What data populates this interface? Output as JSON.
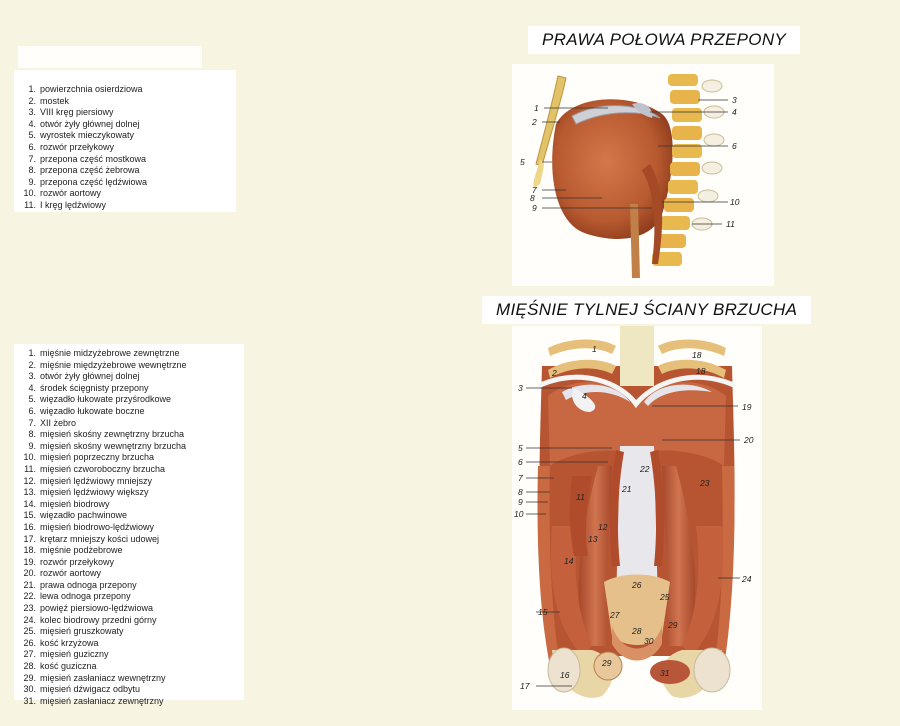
{
  "section1": {
    "title": "PRAWA POŁOWA PRZEPONY",
    "legend": [
      {
        "n": "1.",
        "t": "powierzchnia osierdziowa"
      },
      {
        "n": "2.",
        "t": "mostek"
      },
      {
        "n": "3.",
        "t": "VIII kręg piersiowy"
      },
      {
        "n": "4.",
        "t": "otwór żyły głównej dolnej"
      },
      {
        "n": "5.",
        "t": "wyrostek mieczykowaty"
      },
      {
        "n": "6.",
        "t": "rozwór przełykowy"
      },
      {
        "n": "7.",
        "t": "przepona część mostkowa"
      },
      {
        "n": "8.",
        "t": "przepona część żebrowa"
      },
      {
        "n": "9.",
        "t": "przepona część lędźwiowa"
      },
      {
        "n": "10.",
        "t": "rozwór aortowy"
      },
      {
        "n": "11.",
        "t": "I kręg lędźwiowy"
      }
    ],
    "labels": [
      "1",
      "2",
      "3",
      "4",
      "5",
      "6",
      "7",
      "8",
      "9",
      "10",
      "11"
    ]
  },
  "section2": {
    "title": "MIĘŚNIE TYLNEJ ŚCIANY BRZUCHA",
    "legend": [
      {
        "n": "1.",
        "t": "mięśnie midzyżebrowe zewnętrzne"
      },
      {
        "n": "2.",
        "t": "mięśnie międzyżebrowe wewnętrzne"
      },
      {
        "n": "3.",
        "t": "otwór żyły głównej dolnej"
      },
      {
        "n": "4.",
        "t": "środek ścięgnisty przepony"
      },
      {
        "n": "5.",
        "t": "więzadło łukowate przyśrodkowe"
      },
      {
        "n": "6.",
        "t": "więzadło łukowate boczne"
      },
      {
        "n": "7.",
        "t": "XII żebro"
      },
      {
        "n": "8.",
        "t": "mięsień skośny zewnętrzny brzucha"
      },
      {
        "n": "9.",
        "t": "mięsień skośny wewnętrzny brzucha"
      },
      {
        "n": "10.",
        "t": "mięsień poprzeczny brzucha"
      },
      {
        "n": "11.",
        "t": "mięsień czworoboczny brzucha"
      },
      {
        "n": "12.",
        "t": "mięsień lędźwiowy mniejszy"
      },
      {
        "n": "13.",
        "t": "mięsień lędźwiowy większy"
      },
      {
        "n": "14.",
        "t": "mięsień biodrowy"
      },
      {
        "n": "15.",
        "t": "więzadło pachwinowe"
      },
      {
        "n": "16.",
        "t": "mięsień biodrowo-lędźwiowy"
      },
      {
        "n": "17.",
        "t": "krętarz mniejszy kości udowej"
      },
      {
        "n": "18.",
        "t": "mięśnie podżebrowe"
      },
      {
        "n": "19.",
        "t": "rozwór przełykowy"
      },
      {
        "n": "20.",
        "t": "rozwór aortowy"
      },
      {
        "n": "21.",
        "t": "prawa odnoga przepony"
      },
      {
        "n": "22.",
        "t": "lewa odnoga przepony"
      },
      {
        "n": "23.",
        "t": "powięź piersiowo-lędźwiowa"
      },
      {
        "n": "24.",
        "t": "kolec biodrowy przedni górny"
      },
      {
        "n": "25.",
        "t": "mięsień gruszkowaty"
      },
      {
        "n": "26.",
        "t": "kość krzyżowa"
      },
      {
        "n": "27.",
        "t": "mięsień guziczny"
      },
      {
        "n": "28.",
        "t": "kość guziczna"
      },
      {
        "n": "29.",
        "t": "mięsień zasłaniacz wewnętrzny"
      },
      {
        "n": "30.",
        "t": "mięsień dźwigacz odbytu"
      },
      {
        "n": "31.",
        "t": "mięsień zasłaniacz zewnętrzny"
      }
    ],
    "labels": [
      "1",
      "2",
      "3",
      "4",
      "5",
      "6",
      "7",
      "8",
      "9",
      "10",
      "11",
      "12",
      "13",
      "14",
      "15",
      "16",
      "17",
      "18",
      "18",
      "19",
      "20",
      "21",
      "22",
      "23",
      "24",
      "25",
      "26",
      "27",
      "28",
      "29",
      "29",
      "30",
      "31"
    ]
  }
}
